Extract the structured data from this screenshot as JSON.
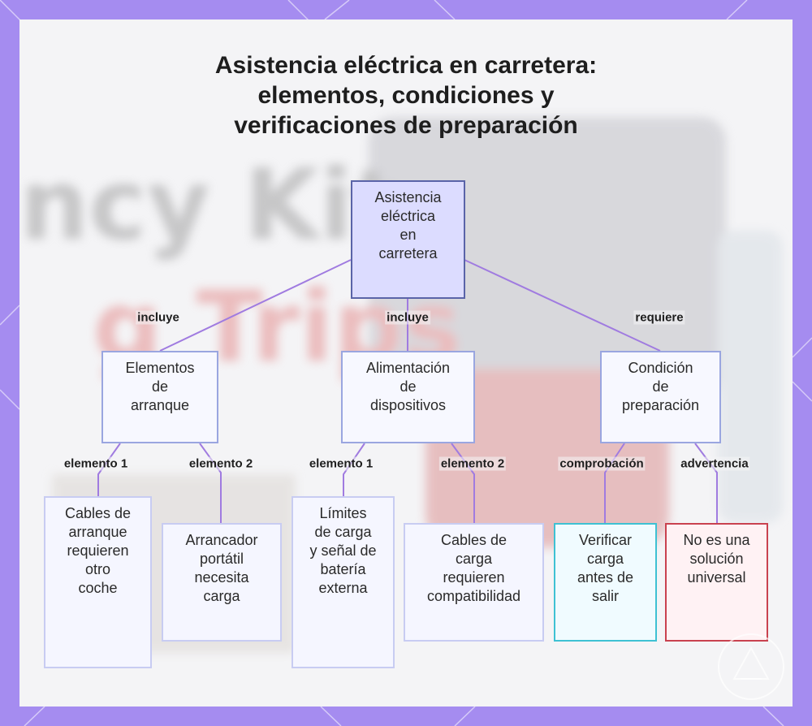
{
  "title": "Asistencia eléctrica en carretera:\nelementos, condiciones y\nverificaciones de preparación",
  "colors": {
    "frame": "#a58cf0",
    "edge": "#a07be0",
    "root_fill": "#dcdcff",
    "check_border": "#3ec1d3",
    "warn_border": "#c9424f"
  },
  "background_text": {
    "line1": "ncy Kit",
    "line2": "g Trips"
  },
  "nodes": {
    "root": "Asistencia\neléctrica\nen\ncarretera",
    "starting": "Elementos\nde\narranque",
    "powering": "Alimentación\nde\ndispositivos",
    "readiness": "Condición\nde\npreparación",
    "jumper": "Cables de\narranque\nrequieren\notro\ncoche",
    "portable": "Arrancador\nportátil\nnecesita\ncarga",
    "limits": "Límites\nde carga\ny señal de\nbatería\nexterna",
    "cables": "Cables de\ncarga\nrequieren\ncompatibilidad",
    "verify": "Verificar\ncarga\nantes de\nsalir",
    "warning": "No es una\nsolución\nuniversal"
  },
  "edges": {
    "root_starting": "incluye",
    "root_powering": "incluye",
    "root_readiness": "requiere",
    "starting_jumper": "elemento 1",
    "starting_portable": "elemento 2",
    "powering_limits": "elemento 1",
    "powering_cables": "elemento 2",
    "readiness_verify": "comprobación",
    "readiness_warning": "advertencia"
  }
}
